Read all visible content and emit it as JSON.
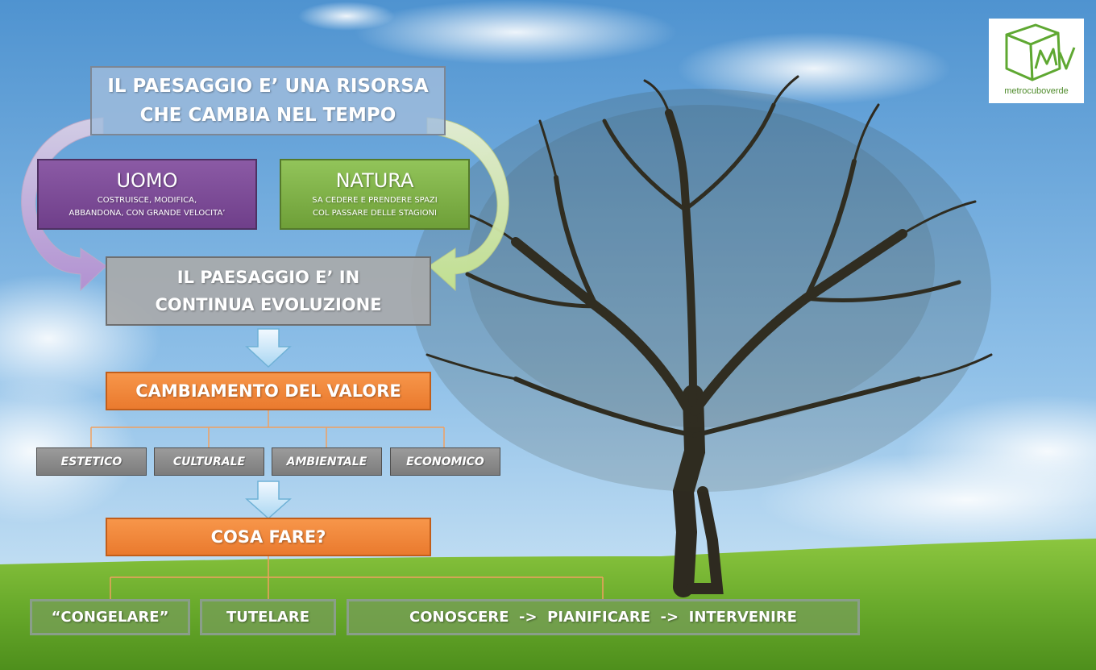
{
  "logo": {
    "text": "metrocuboverde"
  },
  "diagram": {
    "top_box": {
      "line1": "IL PAESAGGIO E’ UNA RISORSA",
      "line2": "CHE CAMBIA NEL TEMPO"
    },
    "uomo": {
      "title": "UOMO",
      "line1": "COSTRUISCE, MODIFICA,",
      "line2": "ABBANDONA, CON GRANDE VELOCITA’"
    },
    "natura": {
      "title": "NATURA",
      "line1": "SA CEDERE E PRENDERE SPAZI",
      "line2": "COL PASSARE DELLE STAGIONI"
    },
    "evolution": {
      "line1": "IL PAESAGGIO E’ IN",
      "line2": "CONTINUA EVOLUZIONE"
    },
    "value_change": {
      "label": "CAMBIAMENTO DEL VALORE"
    },
    "values": [
      "ESTETICO",
      "CULTURALE",
      "AMBIENTALE",
      "ECONOMICO"
    ],
    "what_to_do": {
      "label": "COSA FARE?"
    },
    "actions": [
      "“CONGELARE”",
      "TUTELARE",
      "CONOSCERE  ->  PIANIFICARE  ->  INTERVENIRE"
    ]
  },
  "colors": {
    "sky_top": "#5d9fd6",
    "grass": "#6fb32e",
    "orange": "#f0893a",
    "purple": "#7a4a96",
    "green": "#82b44a",
    "logo_green": "#5fa832"
  }
}
